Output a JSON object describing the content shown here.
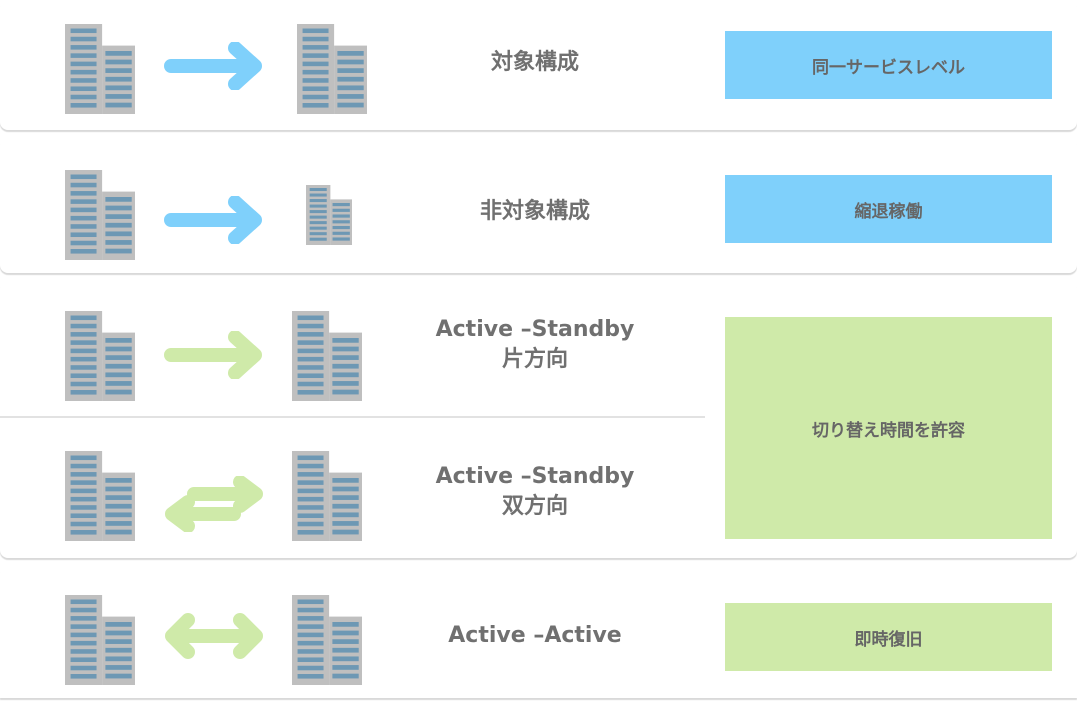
{
  "colors": {
    "blue_box": "#7fd0fb",
    "green_box": "#cfeaa9",
    "blue_arrow": "#7fd0fb",
    "green_arrow": "#cfeaa9",
    "building": "#bfbfbf",
    "window": "#6d98b4"
  },
  "rows": [
    {
      "label_line1": "対象構成",
      "label_line2": "",
      "arrow": "right"
    },
    {
      "label_line1": "非対象構成",
      "label_line2": "",
      "arrow": "right"
    },
    {
      "label_line1": "Active –Standby",
      "label_line2": "片方向",
      "arrow": "right"
    },
    {
      "label_line1": "Active –Standby",
      "label_line2": "双方向",
      "arrow": "bidirectional-split"
    },
    {
      "label_line1": "Active –Active",
      "label_line2": "",
      "arrow": "bidirectional"
    }
  ],
  "boxes": [
    {
      "text": "同一サービスレベル",
      "color": "blue"
    },
    {
      "text": "縮退稼働",
      "color": "blue"
    },
    {
      "text": "切り替え時間を許容",
      "color": "green"
    },
    {
      "text": "即時復旧",
      "color": "green"
    }
  ]
}
